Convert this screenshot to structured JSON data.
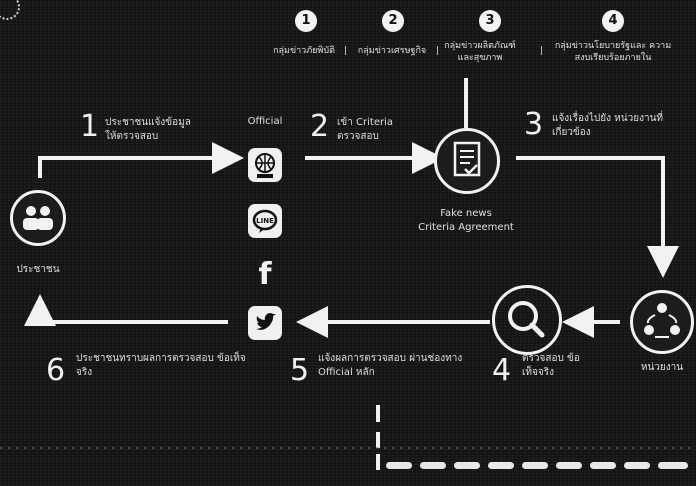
{
  "logo": {
    "name": "emblem-logo"
  },
  "categories": [
    {
      "num": "1",
      "label": "กลุ่มข่าวภัยพิบัติ"
    },
    {
      "num": "2",
      "label": "กลุ่มข่าวเศรษฐกิจ"
    },
    {
      "num": "3",
      "label": "กลุ่มข่าวผลิตภัณฑ์ และสุขภาพ"
    },
    {
      "num": "4",
      "label": "กลุ่มข่าวนโยบายรัฐและ ความสงบเรียบร้อยภายใน"
    }
  ],
  "steps": [
    {
      "num": "1",
      "text": "ประชาชนแจ้งข้อมูล ให้ตรวจสอบ"
    },
    {
      "num": "2",
      "text": "เข้า Criteria ตรวจสอบ"
    },
    {
      "num": "3",
      "text": "แจ้งเรื่องไปยัง หน่วยงานที่เกี่ยวข้อง"
    },
    {
      "num": "4",
      "text": "ตรวจสอบ ข้อเท็จจริง"
    },
    {
      "num": "5",
      "text": "แจ้งผลการตรวจสอบ ผ่านช่องทาง Official หลัก"
    },
    {
      "num": "6",
      "text": "ประชาชนทราบผลการตรวจสอบ ข้อเท็จจริง"
    }
  ],
  "nodes": {
    "citizen": "ประชาชน",
    "official": "Official",
    "fake_news": "Fake news",
    "criteria": "Criteria Agreement",
    "agency": "หน่วยงาน"
  },
  "colors": {
    "background": "#141414",
    "foreground": "#f0f0f0"
  }
}
